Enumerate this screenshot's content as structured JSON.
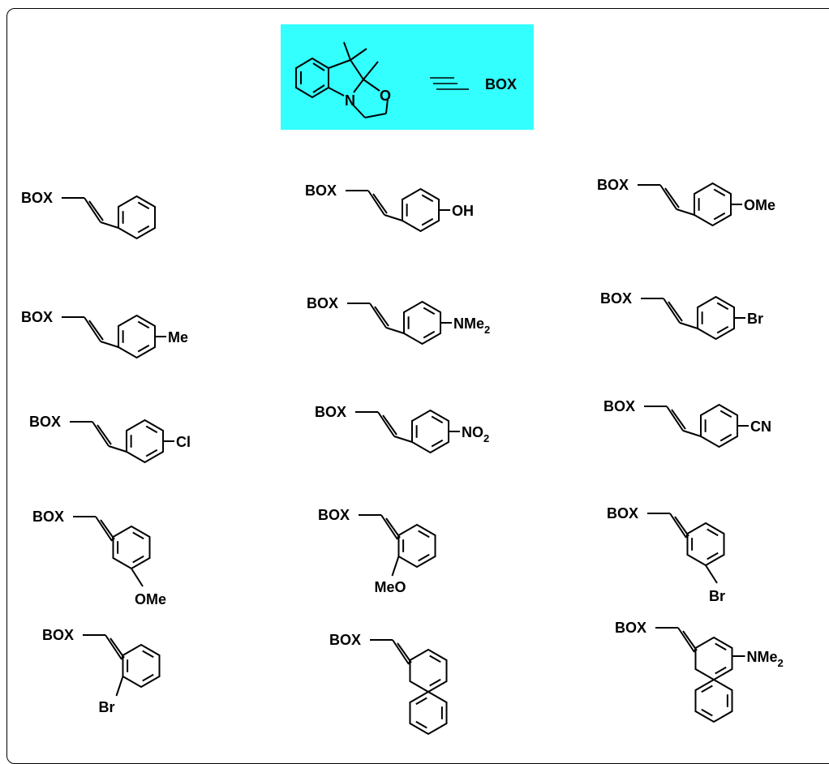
{
  "header": {
    "highlight_color": "#33ffff",
    "equiv_symbol": "≡",
    "box_label": "BOX",
    "atom_n": "N",
    "atom_o": "O"
  },
  "molecules": [
    {
      "label": "BOX",
      "substituent": "",
      "pattern": "phenyl"
    },
    {
      "label": "BOX",
      "substituent": "OH",
      "pattern": "para"
    },
    {
      "label": "BOX",
      "substituent": "OMe",
      "pattern": "para"
    },
    {
      "label": "BOX",
      "substituent": "Me",
      "pattern": "para"
    },
    {
      "label": "BOX",
      "substituent": "NMe",
      "subscript": "2",
      "pattern": "para"
    },
    {
      "label": "BOX",
      "substituent": "Br",
      "pattern": "para"
    },
    {
      "label": "BOX",
      "substituent": "Cl",
      "pattern": "para"
    },
    {
      "label": "BOX",
      "substituent": "NO",
      "subscript": "2",
      "pattern": "para"
    },
    {
      "label": "BOX",
      "substituent": "CN",
      "pattern": "para"
    },
    {
      "label": "BOX",
      "substituent": "OMe",
      "pattern": "meta"
    },
    {
      "label": "BOX",
      "substituent": "MeO",
      "pattern": "ortho"
    },
    {
      "label": "BOX",
      "substituent": "Br",
      "pattern": "meta"
    },
    {
      "label": "BOX",
      "substituent": "Br",
      "pattern": "ortho"
    },
    {
      "label": "BOX",
      "substituent": "",
      "pattern": "naphthyl"
    },
    {
      "label": "BOX",
      "substituent": "NMe",
      "subscript": "2",
      "pattern": "naphthyl-4"
    }
  ]
}
